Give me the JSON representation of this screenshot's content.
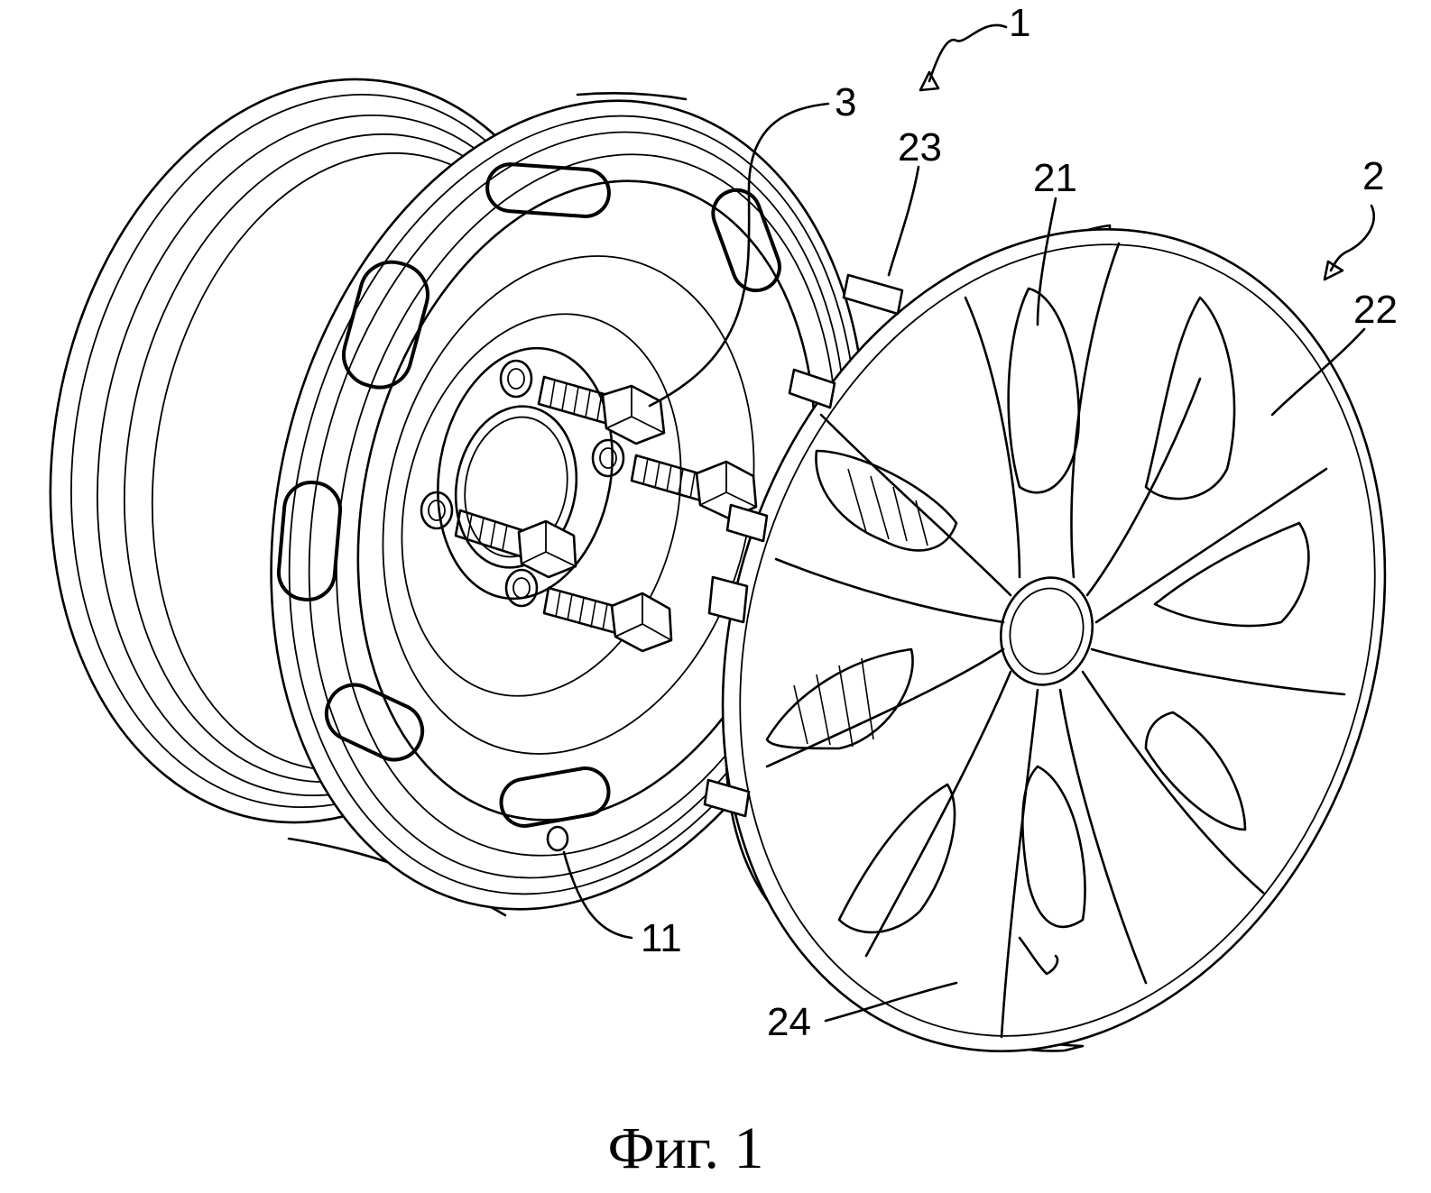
{
  "labels": {
    "assembly": "1",
    "cover": "2",
    "bolt": "3",
    "cover_opening": "21",
    "cover_spoke": "22",
    "clip": "23",
    "recess": "24",
    "valve_hole": "11"
  },
  "caption": "Фиг. 1"
}
